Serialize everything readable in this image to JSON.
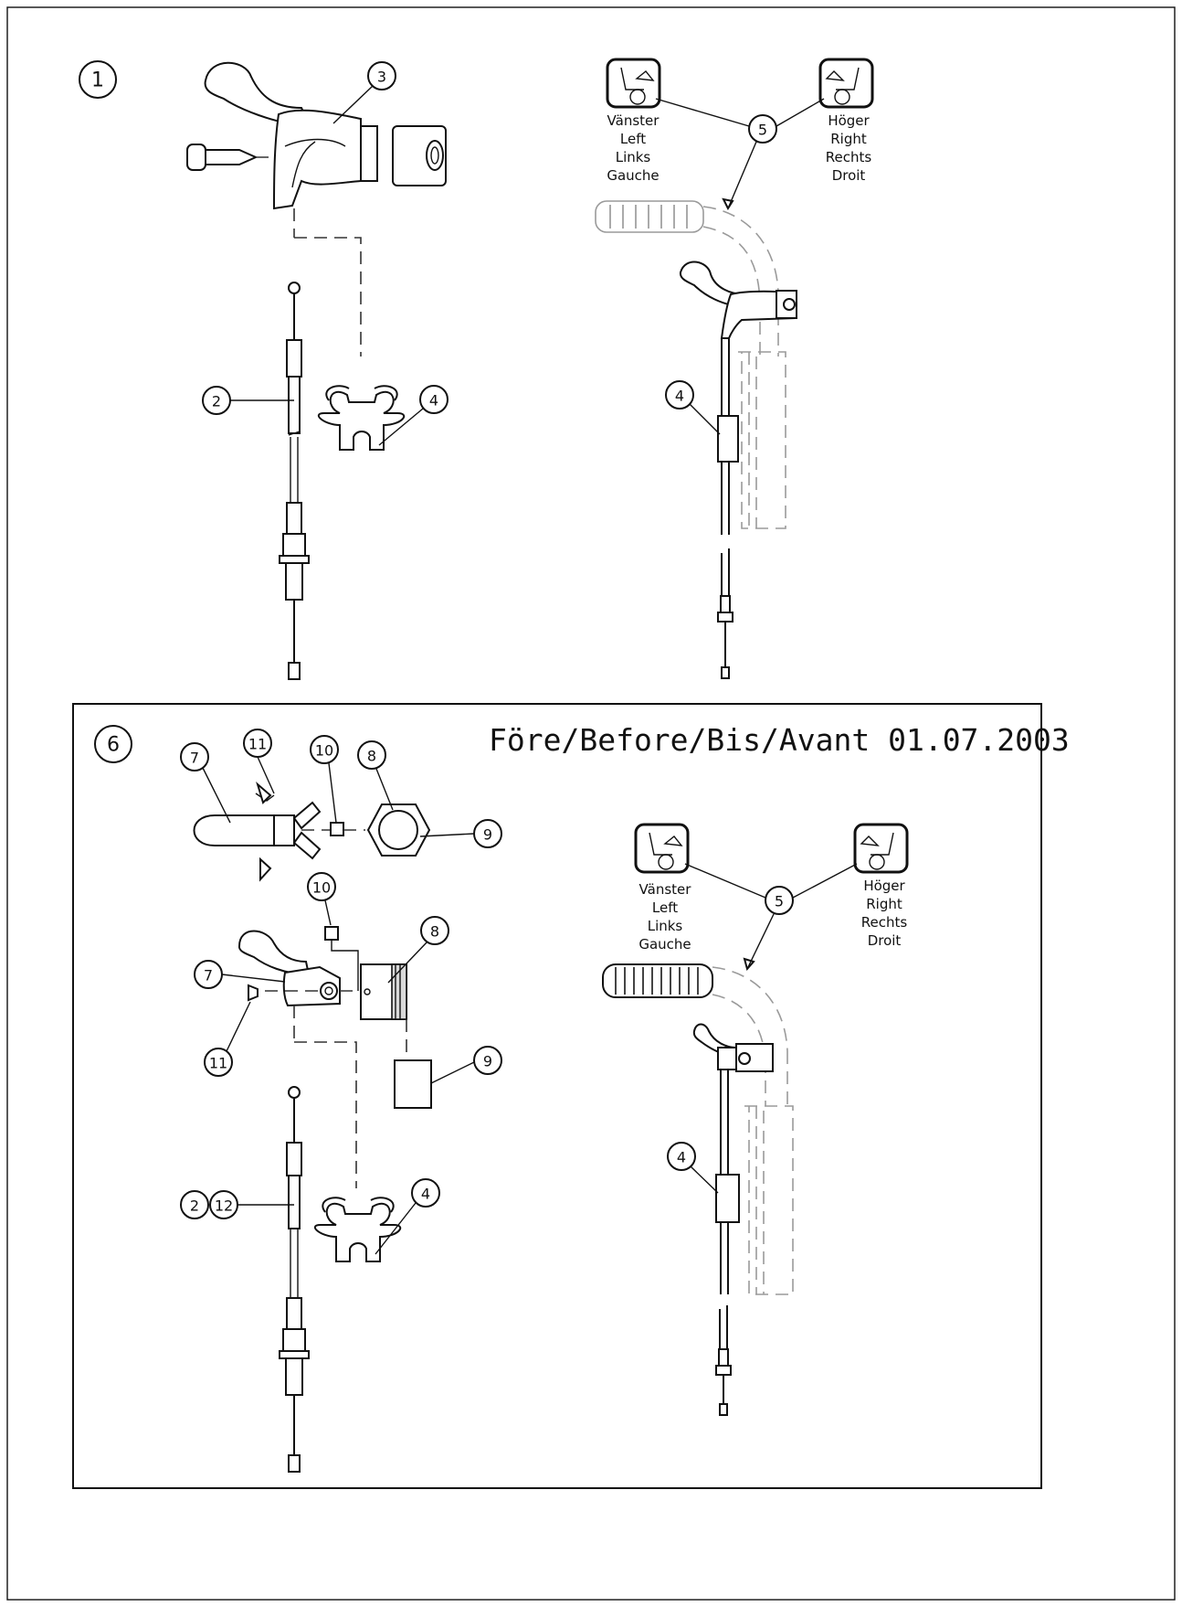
{
  "callouts": {
    "c1": "1",
    "c2": "2",
    "c3": "3",
    "c4": "4",
    "c5": "5",
    "c6": "6",
    "c7": "7",
    "c8": "8",
    "c9": "9",
    "c10": "10",
    "c11": "11",
    "c12": "12"
  },
  "sides": {
    "left": [
      "Vänster",
      "Left",
      "Links",
      "Gauche"
    ],
    "right": [
      "Höger",
      "Right",
      "Rechts",
      "Droit"
    ]
  },
  "box_title": "Före/Before/Bis/Avant  01.07.2003",
  "icons": [
    "wheelchair-left-icon",
    "wheelchair-right-icon"
  ]
}
